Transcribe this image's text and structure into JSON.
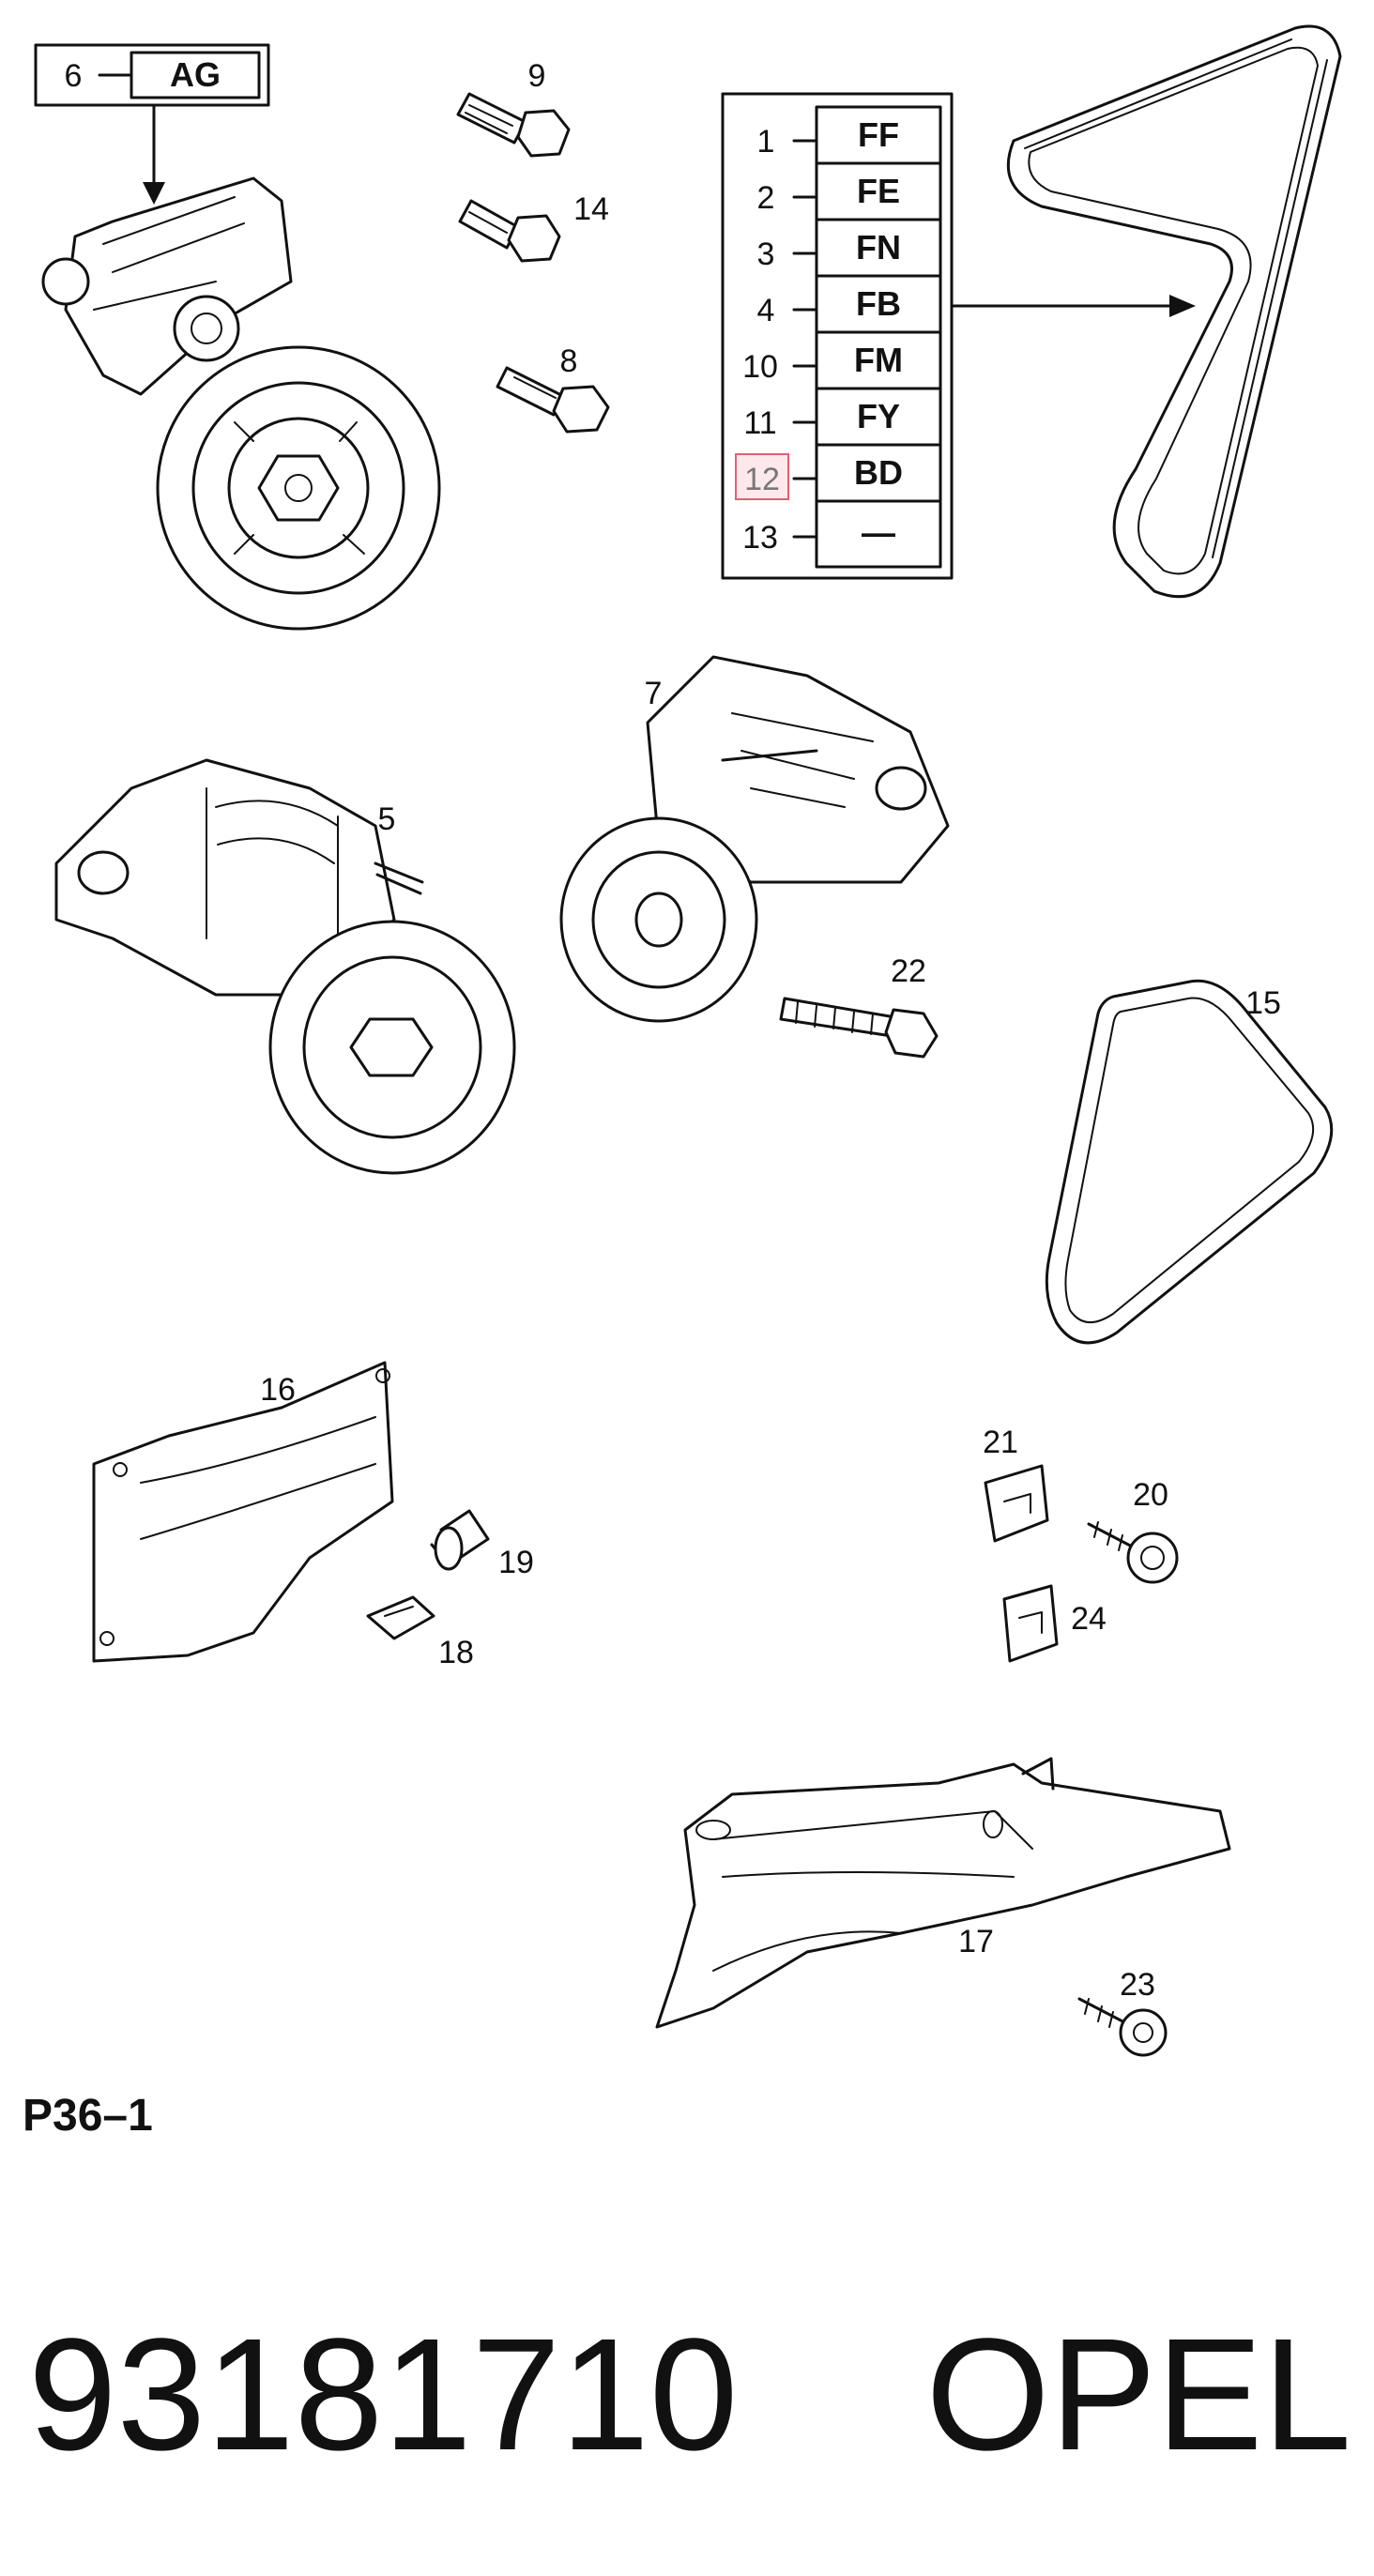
{
  "diagram": {
    "reference": "P36–1",
    "part_number": "93181710",
    "brand": "OPEL",
    "header_box": {
      "callout": "6",
      "code": "AG"
    },
    "belt_codes": [
      {
        "callout": "1",
        "code": "FF"
      },
      {
        "callout": "2",
        "code": "FE"
      },
      {
        "callout": "3",
        "code": "FN"
      },
      {
        "callout": "4",
        "code": "FB"
      },
      {
        "callout": "10",
        "code": "FM"
      },
      {
        "callout": "11",
        "code": "FY"
      },
      {
        "callout": "12",
        "code": "BD",
        "highlighted": true
      },
      {
        "callout": "13",
        "code": "—"
      }
    ],
    "callouts": {
      "bolt_9": "9",
      "bolt_14": "14",
      "bolt_8": "8",
      "tensioner_7": "7",
      "tensioner_5": "5",
      "bolt_22": "22",
      "belt_15": "15",
      "shield_16": "16",
      "clip_19": "19",
      "clip_18": "18",
      "clip_21": "21",
      "screw_20": "20",
      "clip_24": "24",
      "bracket_17": "17",
      "screw_23": "23"
    },
    "highlight_color": "#e06070"
  }
}
